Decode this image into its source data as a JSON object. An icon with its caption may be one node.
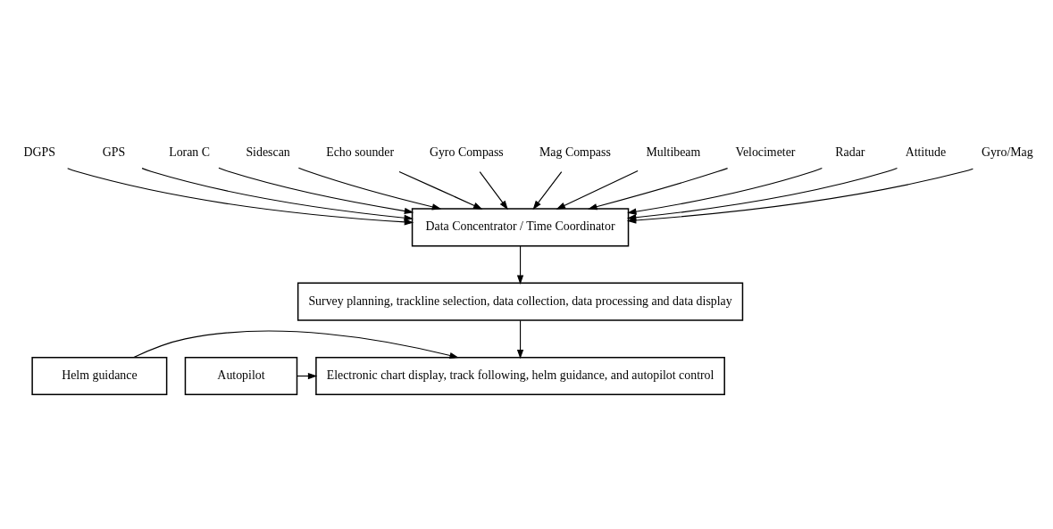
{
  "diagram": {
    "nodes": [
      {
        "text": [
          "DGPS"
        ]
      },
      {
        "text": [
          "GPS"
        ]
      },
      {
        "text": [
          "Loran C"
        ]
      },
      {
        "text": [
          "Sidescan"
        ]
      },
      {
        "text": [
          "Echo sounder"
        ]
      },
      {
        "text": [
          "Gyro Compass"
        ]
      },
      {
        "text": [
          "Data Concentrator / Time Coordinator"
        ]
      },
      {
        "text": [
          "Mag Compass"
        ]
      },
      {
        "text": [
          "Multibeam"
        ]
      },
      {
        "text": [
          "Velocimeter"
        ]
      },
      {
        "text": [
          "Radar"
        ]
      },
      {
        "text": [
          "Attitude"
        ]
      },
      {
        "text": [
          "Gyro/Mag"
        ]
      },
      {
        "text": [
          "Survey planning, trackline selection, data collection, data processing and data display"
        ]
      },
      {
        "text": [
          "Helm guidance"
        ]
      },
      {
        "text": [
          "Electronic chart display, track following, helm guidance, and autopilot control"
        ]
      },
      {
        "text": [
          "Autopilot"
        ]
      }
    ],
    "edges": [
      {
        "from": 0,
        "to": 6,
        "arrow": "to"
      },
      {
        "from": 1,
        "to": 6,
        "arrow": "to"
      },
      {
        "from": 2,
        "to": 6,
        "arrow": "to"
      },
      {
        "from": 3,
        "to": 6,
        "arrow": "to"
      },
      {
        "from": 4,
        "to": 6,
        "arrow": "to"
      },
      {
        "from": 5,
        "to": 6,
        "arrow": "to"
      },
      {
        "from": 7,
        "to": 6,
        "arrow": "to"
      },
      {
        "from": 8,
        "to": 6,
        "arrow": "to"
      },
      {
        "from": 9,
        "to": 6,
        "arrow": "to"
      },
      {
        "from": 10,
        "to": 6,
        "arrow": "to"
      },
      {
        "from": 11,
        "to": 6,
        "arrow": "to"
      },
      {
        "from": 12,
        "to": 6,
        "arrow": "to"
      },
      {
        "from": 6,
        "to": 13,
        "arrow": "to"
      },
      {
        "from": 13,
        "to": 15,
        "arrow": "to"
      },
      {
        "from": 14,
        "to": 15,
        "arrow": "to"
      },
      {
        "from": 16,
        "to": 15,
        "arrow": "to"
      }
    ]
  }
}
